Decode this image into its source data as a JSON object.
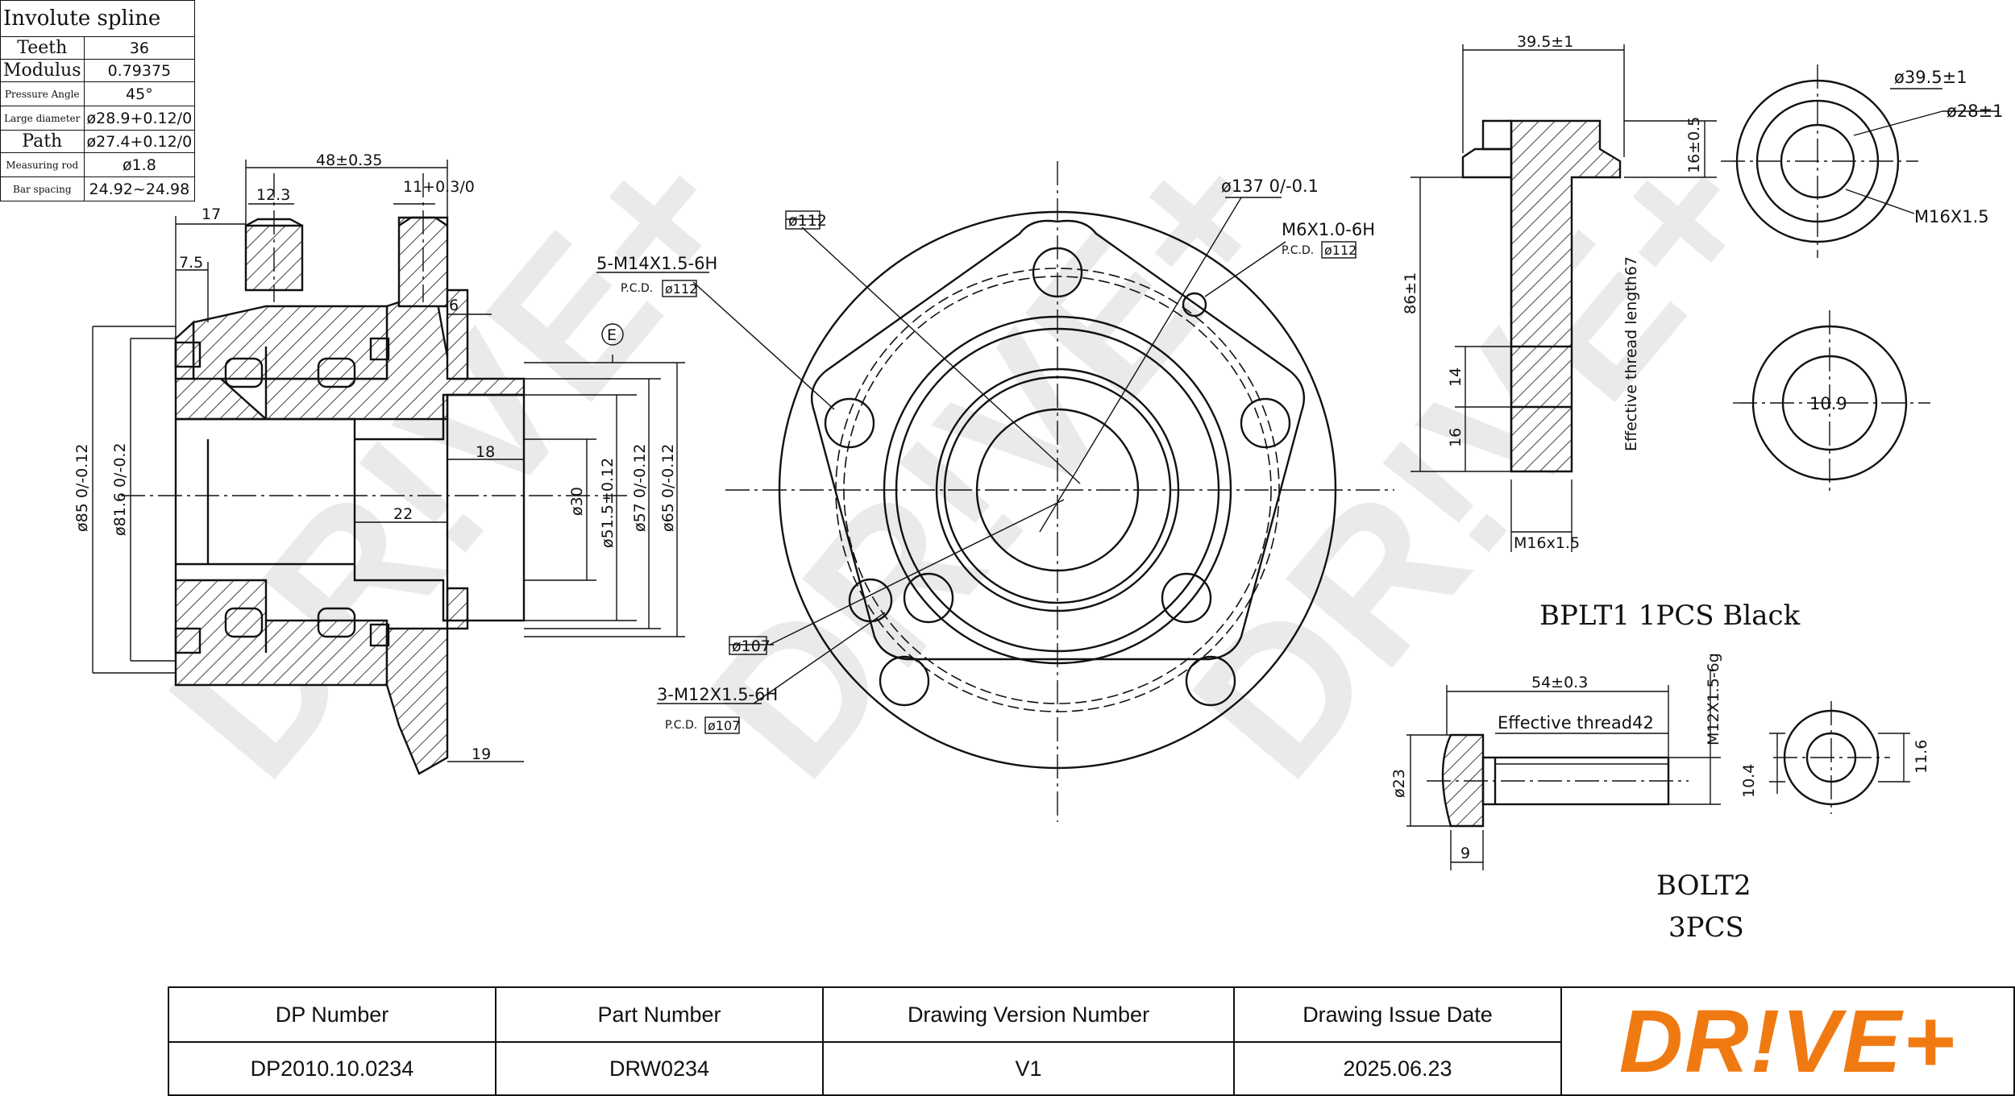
{
  "spline_table": {
    "title": "Involute spline",
    "rows": [
      {
        "label": "Teeth",
        "value": "36"
      },
      {
        "label": "Modulus",
        "value": "0.79375"
      },
      {
        "label": "Pressure Angle",
        "value": "45°"
      },
      {
        "label": "Large diameter",
        "value": "ø28.9+0.12/0"
      },
      {
        "label": "Path",
        "value": "ø27.4+0.12/0"
      },
      {
        "label": "Measuring rod",
        "value": "ø1.8"
      },
      {
        "label": "Bar spacing",
        "value": "24.92~24.98"
      }
    ]
  },
  "section_view": {
    "dims": {
      "d48": "48±0.35",
      "d12_3": "12.3",
      "d11": "11+0.3/0",
      "d17": "17",
      "d7_5": "7.5",
      "d6": "6",
      "d18": "18",
      "d22": "22",
      "d19": "19",
      "d85": "ø85 0/-0.12",
      "d81_6": "ø81.6 0/-0.2",
      "d30": "ø30",
      "d51_5": "ø51.5±0.12",
      "d57": "ø57 0/-0.12",
      "d65": "ø65 0/-0.12",
      "datum": "E"
    }
  },
  "front_view": {
    "labels": {
      "d112": "ø112",
      "thread5": "5-M14X1.5-6H",
      "pcd5": "P.C.D.",
      "pcd5_val": "ø112",
      "d137": "ø137 0/-0.1",
      "m6": "M6X1.0-6H",
      "pcd_m6": "P.C.D.",
      "pcd_m6_val": "ø112",
      "d107": "ø107",
      "thread3": "3-M12X1.5-6H",
      "pcd3": "P.C.D.",
      "pcd3_val": "ø107"
    }
  },
  "bolt1": {
    "dims": {
      "d39_5": "39.5±1",
      "d16": "16±0.5",
      "d86": "86±1",
      "d14": "14",
      "d16b": "16",
      "m16": "M16x1.5",
      "eff": "Effective thread length67"
    },
    "end_view": {
      "d39": "ø39.5±1",
      "d28": "ø28±1",
      "m16": "M16X1.5",
      "d10_9": "10.9"
    },
    "caption": "BPLT1 1PCS Black"
  },
  "bolt2": {
    "dims": {
      "d54": "54±0.3",
      "eff": "Effective thread42",
      "m12": "M12X1.5-6g",
      "d23": "ø23",
      "d9": "9",
      "d10_4": "10.4",
      "d11_6": "11.6"
    },
    "caption_line1": "BOLT2",
    "caption_line2": "3PCS"
  },
  "title_block": {
    "headers": [
      "DP Number",
      "Part Number",
      "Drawing Version Number",
      "Drawing Issue Date"
    ],
    "values": [
      "DP2010.10.0234",
      "DRW0234",
      "V1",
      "2025.06.23"
    ],
    "logo": "DR!VE+",
    "logo_color": "#f07a12"
  },
  "watermark": "DR!VE+"
}
